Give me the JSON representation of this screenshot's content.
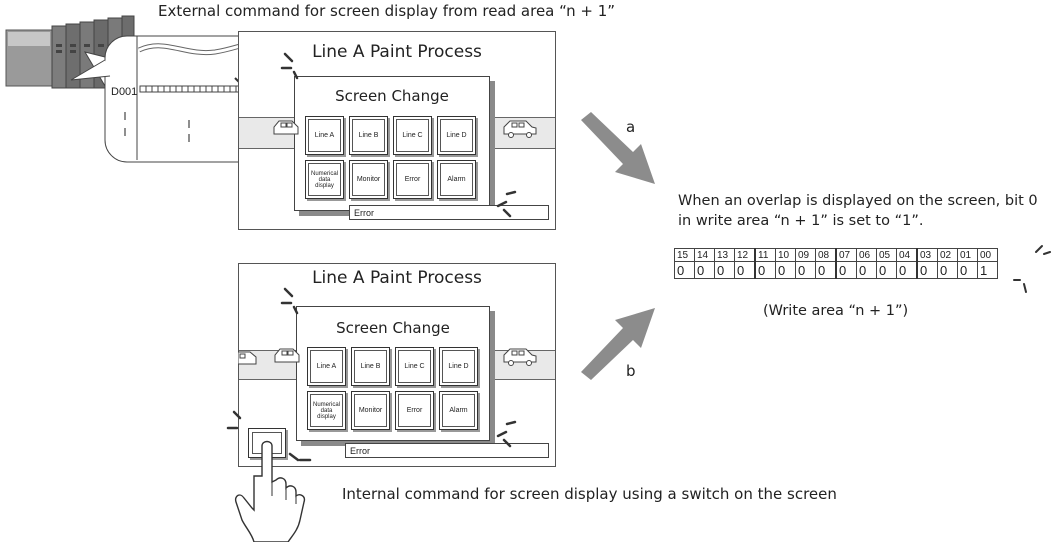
{
  "captions": {
    "external": "External command for screen display from read area “n + 1”",
    "internal": "Internal command for screen display using a switch on the screen",
    "overlap_note_line1": "When an overlap is displayed on the screen, bit 0",
    "overlap_note_line2": "in write area “n + 1” is set to “1”.",
    "write_area": "(Write area “n + 1”)"
  },
  "plc": {
    "register_label": "D001"
  },
  "panels": [
    {
      "title": "Line A Paint Process",
      "overlap_title": "Screen Change",
      "buttons": [
        "Line A",
        "Line B",
        "Line C",
        "Line D",
        "Numerical data display",
        "Monitor",
        "Error",
        "Alarm"
      ],
      "error_label": "Error"
    },
    {
      "title": "Line A Paint Process",
      "overlap_title": "Screen Change",
      "buttons": [
        "Line A",
        "Line B",
        "Line C",
        "Line D",
        "Numerical data display",
        "Monitor",
        "Error",
        "Alarm"
      ],
      "error_label": "Error"
    }
  ],
  "arrows": {
    "a": "a",
    "b": "b"
  },
  "bit_table": {
    "headers": [
      "15",
      "14",
      "13",
      "12",
      "11",
      "10",
      "09",
      "08",
      "07",
      "06",
      "05",
      "04",
      "03",
      "02",
      "01",
      "00"
    ],
    "values": [
      "0",
      "0",
      "0",
      "0",
      "0",
      "0",
      "0",
      "0",
      "0",
      "0",
      "0",
      "0",
      "0",
      "0",
      "0",
      "1"
    ]
  },
  "colors": {
    "arrow": "#8c8c8c",
    "shadow": "#8a8a8a",
    "road": "#e9e9e9"
  }
}
